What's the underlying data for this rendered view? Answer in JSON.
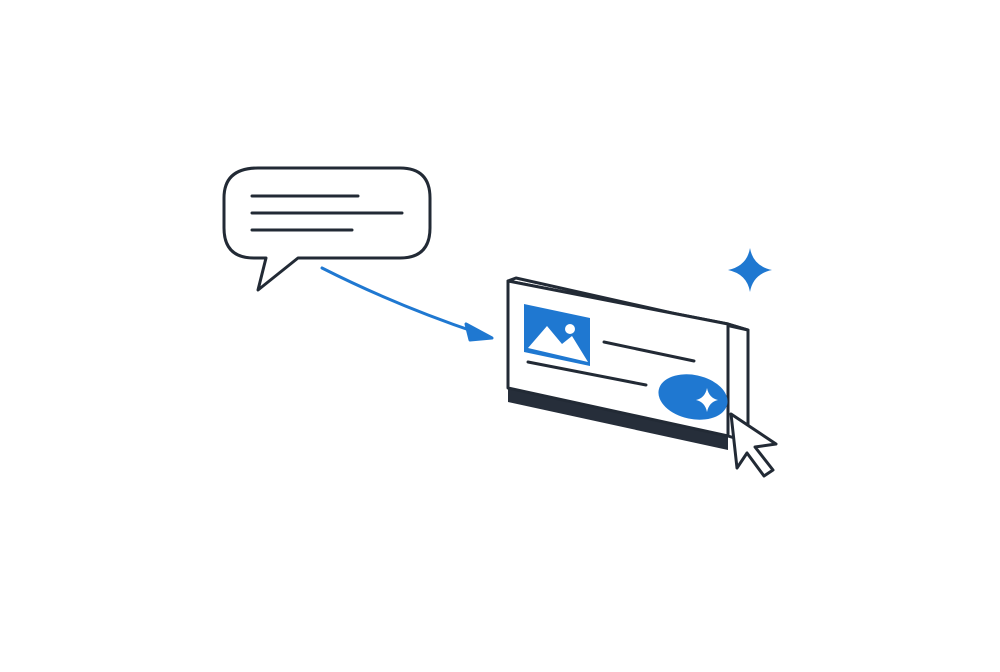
{
  "illustration": {
    "description_icon": "chat-to-ui-card-illustration",
    "colors": {
      "background": "#ffffff",
      "line": "#222a35",
      "accent": "#1f78d1",
      "accent_dark": "#1a5fb4",
      "shadow_edge": "#262e3a"
    },
    "elements": {
      "speech_bubble": {
        "icon": "speech-bubble-icon",
        "text_lines": 3
      },
      "arrow": {
        "icon": "curved-arrow-icon"
      },
      "card": {
        "icon": "ui-card-icon",
        "text_lines": 2
      },
      "image_placeholder": {
        "icon": "image-icon"
      },
      "action_button": {
        "icon": "sparkle-button-icon"
      },
      "sparkle": {
        "icon": "sparkle-icon"
      },
      "cursor": {
        "icon": "mouse-pointer-icon"
      }
    }
  }
}
